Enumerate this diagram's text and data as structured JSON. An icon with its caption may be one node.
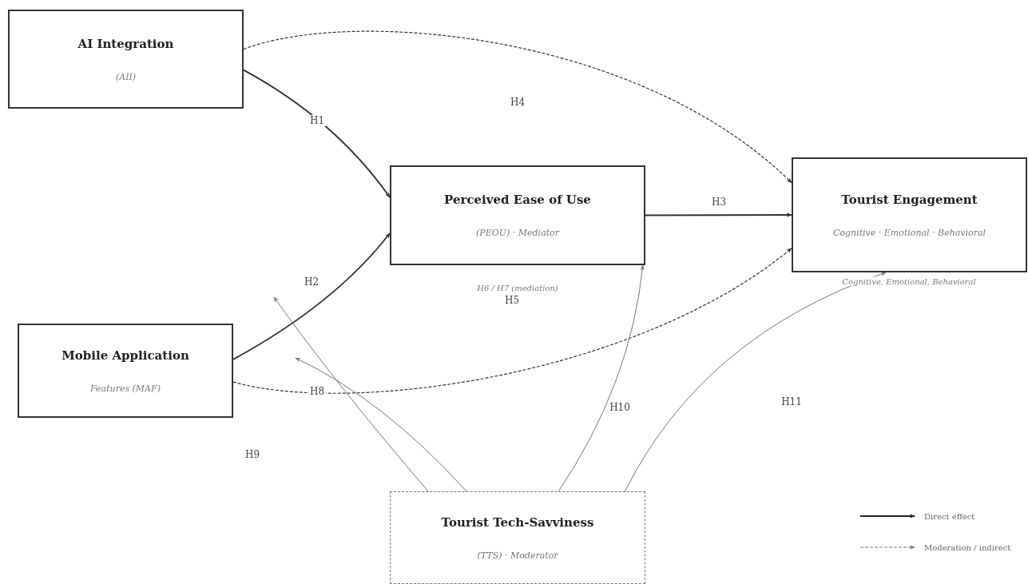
{
  "diagram": {
    "nodes": [
      {
        "text": [
          "AI Integration",
          "(AII)"
        ]
      },
      {
        "text": [
          "Perceived Ease of Use",
          "(PEOU) · Mediator"
        ]
      },
      {
        "text": [
          "Tourist Engagement",
          "Cognitive · Emotional · Behavioral"
        ]
      },
      {
        "text": [
          "Mobile Application",
          "Features (MAF)"
        ]
      },
      {
        "text": [
          "Tourist Tech-Savviness",
          "(TTS) · Moderator"
        ]
      }
    ],
    "edges": [
      {
        "from": 0,
        "to": 1,
        "arrow": "to",
        "label": "H1"
      },
      {
        "from": 3,
        "to": 1,
        "arrow": "to"
      },
      {
        "from": 1,
        "to": 2,
        "arrow": "to",
        "label": "H3"
      },
      {
        "from": 0,
        "to": 2,
        "arrow": "to",
        "style": "dashed"
      },
      {
        "from": 3,
        "to": 2,
        "arrow": "to",
        "style": "dashed"
      },
      {
        "from": 4,
        "to": null,
        "arrow": "to",
        "color": "#777777"
      },
      {
        "from": 4,
        "to": null,
        "arrow": "to",
        "color": "#777777"
      },
      {
        "from": 4,
        "to": 1,
        "arrow": "to",
        "color": "#777777",
        "label": "H10"
      },
      {
        "from": 4,
        "to": 2,
        "arrow": "to",
        "color": "#777777"
      }
    ],
    "labels": [
      "H2",
      "H4",
      "H6 / H7 (mediation)",
      "H5",
      "H8",
      "H9",
      "H11",
      "Cognitive, Emotional, Behavioral"
    ],
    "legend": [
      {
        "text": "Direct effect"
      },
      {
        "text": "Moderation / indirect"
      }
    ]
  }
}
